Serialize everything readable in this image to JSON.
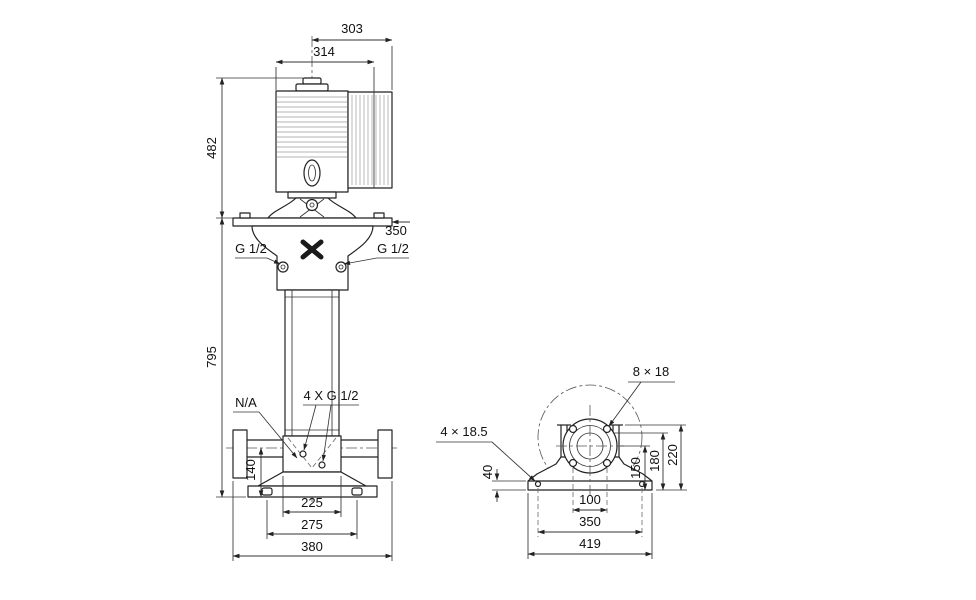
{
  "page": {
    "background": "#ffffff",
    "line_color": "#222222",
    "text_color": "#111111"
  },
  "front_view": {
    "dim_303": "303",
    "dim_314": "314",
    "dim_482": "482",
    "dim_350": "350",
    "dim_795": "795",
    "dim_140": "140",
    "dim_225": "225",
    "dim_275": "275",
    "dim_380": "380",
    "port_left_label": "G 1/2",
    "port_right_label": "G 1/2",
    "note_na": "N/A",
    "ports_note": "4 X G 1/2"
  },
  "base_view": {
    "holes_flange": "8 × 18",
    "holes_foot": "4 × 18.5",
    "dim_40": "40",
    "dim_100": "100",
    "dim_150": "150",
    "dim_180": "180",
    "dim_220": "220",
    "dim_350": "350",
    "dim_419": "419"
  }
}
